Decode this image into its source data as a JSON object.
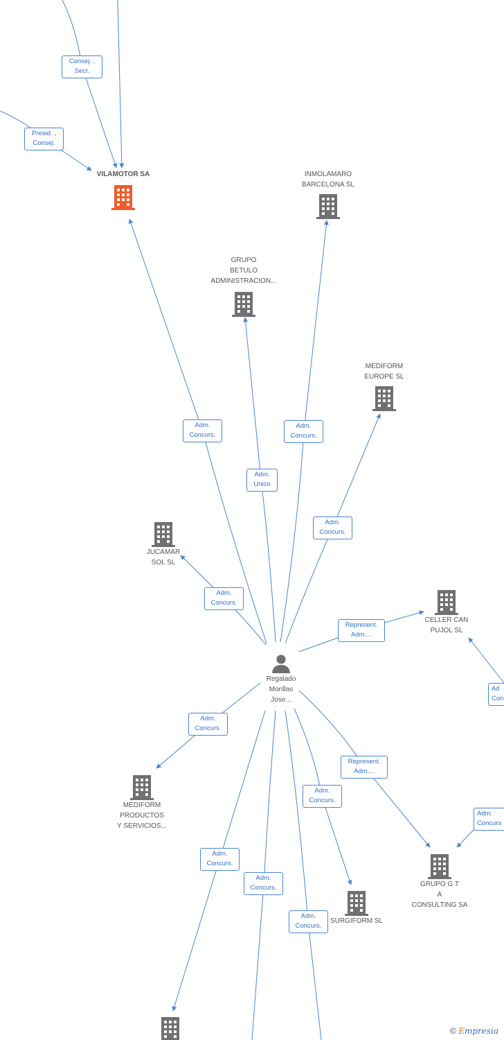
{
  "nodes": {
    "vilamotor": {
      "label": "VILAMOTOR SA",
      "color": "#f05a28"
    },
    "inmolamaro": {
      "label": "INMOLAMARO\nBARCELONA SL",
      "color": "#707070"
    },
    "grupo_betulo": {
      "label": "GRUPO\nBETULO\nADMINISTRACION...",
      "color": "#707070"
    },
    "mediform_europe": {
      "label": "MEDIFORM\nEUROPE SL",
      "color": "#707070"
    },
    "jucamar": {
      "label": "JUCAMAR\nSOL SL",
      "color": "#707070"
    },
    "celler": {
      "label": "CELLER CAN\nPUJOL SL",
      "color": "#707070"
    },
    "person": {
      "label": "Regalado\nMorillas\nJose...",
      "color": "#707070"
    },
    "mediform_productos": {
      "label": "MEDIFORM\nPRODUCTOS\nY SERVICIOS...",
      "color": "#707070"
    },
    "grupo_gta": {
      "label": "GRUPO G T\nA\nCONSULTING SA",
      "color": "#707070"
    },
    "surgiform": {
      "label": "SURGIFORM SL",
      "color": "#707070"
    },
    "bottom_company": {
      "label": "",
      "color": "#707070"
    }
  },
  "edge_labels": {
    "consej_secr": "Consej. ,\nSecr.",
    "presid_consej": "Presid. ,\nConsej.",
    "adm_concurs_vilamotor": "Adm.\nConcurs.",
    "adm_concurs_inmolamaro": "Adm.\nConcurs.",
    "adm_unico_betulo": "Adm.\nUnico",
    "adm_concurs_mediform_europe": "Adm.\nConcurs.",
    "adm_concurs_jucamar": "Adm.\nConcurs.",
    "represent_celler": "Represent.\nAdm....",
    "adm_co_right": "Ad\nCon",
    "adm_concurs_mediform_productos": "Adm.\nConcurs.",
    "represent_gta": "Represent.\nAdm....",
    "adm_concurs_surgiform": "Adm.\nConcurs.",
    "adm_concurs_right2": "Adm.\nConcurs",
    "adm_concurs_bottom1": "Adm.\nConcurs.",
    "adm_concurs_bottom2": "Adm.\nConcurs.",
    "adm_concurs_bottom3": "Adm.\nConcurs."
  },
  "colors": {
    "edge": "#4a86d0",
    "building": "#707070",
    "focus_building": "#f05a28"
  },
  "logo": {
    "symbol": "©",
    "brand_initial": "E",
    "brand_rest": "mpresia"
  }
}
